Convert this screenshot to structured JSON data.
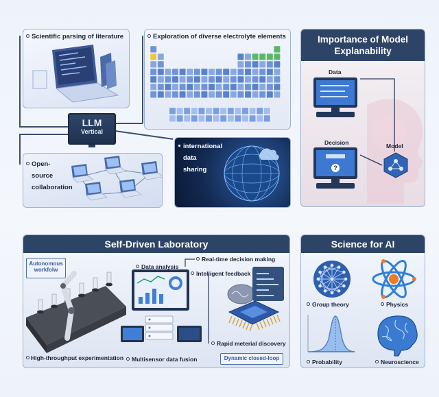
{
  "top": {
    "literature_label": "Scientific parsing of literature",
    "electrolyte_label": "Exploration of diverse electrolyte elements",
    "llm_title": "LLM",
    "llm_subtitle": "Vertical",
    "open_source_label": [
      "Open-",
      "source",
      "collaboration"
    ],
    "data_sharing_label": [
      "international",
      "data",
      "sharing"
    ]
  },
  "explainability": {
    "title_line1": "Importance of Model",
    "title_line2": "Explanability",
    "data_label": "Data",
    "decision_label": "Decision",
    "model_label": "Model"
  },
  "lab": {
    "title": "Self-Driven Laboratory",
    "autonomous_label": [
      "Autonomous",
      "workfolw"
    ],
    "data_analysis": "Data analysis",
    "realtime": "Real-time decision making",
    "feedback": "Intelligent feedback",
    "discovery": "Rapid meterial discovery",
    "throughput": "High-throughput experimentation",
    "multisensor": "Multisensor data fusion",
    "closed_loop": "Dynamic closed-loop"
  },
  "science": {
    "title": "Science for AI",
    "group_theory": "Group theory",
    "physics": "Physics",
    "probability": "Probability",
    "neuroscience": "Neuroscience"
  },
  "colors": {
    "header": "#2d4466",
    "accent": "#3f7fd6",
    "element_yellow": "#f2c343",
    "element_green": "#58b86a"
  }
}
